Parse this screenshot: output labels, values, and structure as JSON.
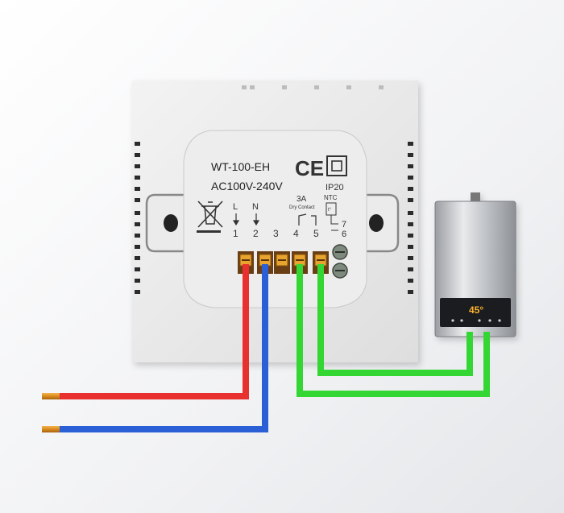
{
  "device": {
    "model": "WT-100-EH",
    "voltage": "AC100V-240V",
    "ce_mark": "CE",
    "ip_rating": "IP20",
    "relay_rating": "3A",
    "relay_note": "Dry Contact",
    "ntc_label": "NTC",
    "ntc_symbol": "t°",
    "terminal_letters": [
      "L",
      "N"
    ],
    "terminal_numbers": [
      "1",
      "2",
      "3",
      "4",
      "5"
    ],
    "ntc_pins": [
      "7",
      "6"
    ]
  },
  "heater": {
    "display": "45°"
  },
  "wires": [
    {
      "color": "#e8302f"
    },
    {
      "color": "#2a5fd6"
    },
    {
      "color": "#33d633"
    },
    {
      "color": "#33d633"
    }
  ]
}
